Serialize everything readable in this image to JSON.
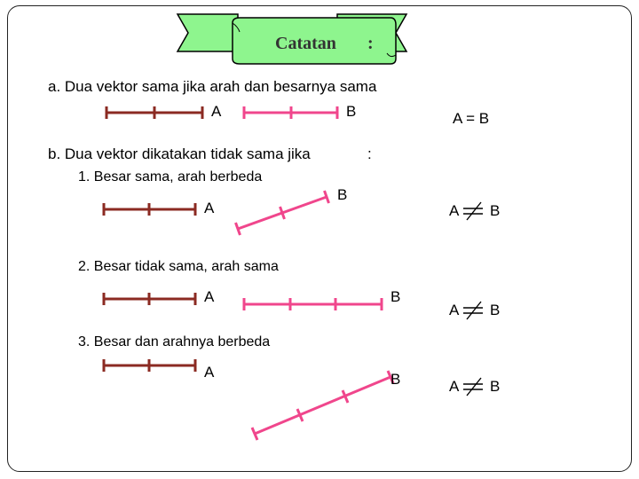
{
  "banner": {
    "title": "Catatan",
    "colon": ":"
  },
  "colors": {
    "vector_a": "#8b2a22",
    "vector_b": "#f0468c",
    "banner_fill": "#8ef58e"
  },
  "section_a": {
    "text": "a.  Dua vektor sama jika arah dan besarnya sama",
    "label_a": "A",
    "label_b": "B",
    "relation": "A = B"
  },
  "section_b": {
    "text": "b.  Dua vektor dikatakan tidak sama jika",
    "colon": ":",
    "cases": [
      {
        "text": "1.  Besar sama, arah berbeda",
        "label_a": "A",
        "label_b": "B",
        "rel_a": "A",
        "rel_b": "B"
      },
      {
        "text": "2.  Besar tidak sama, arah sama",
        "label_a": "A",
        "label_b": "B",
        "rel_a": "A",
        "rel_b": "B"
      },
      {
        "text": "3.  Besar dan arahnya berbeda",
        "label_a": "A",
        "label_b": "B",
        "rel_a": "A",
        "rel_b": "B"
      }
    ]
  }
}
